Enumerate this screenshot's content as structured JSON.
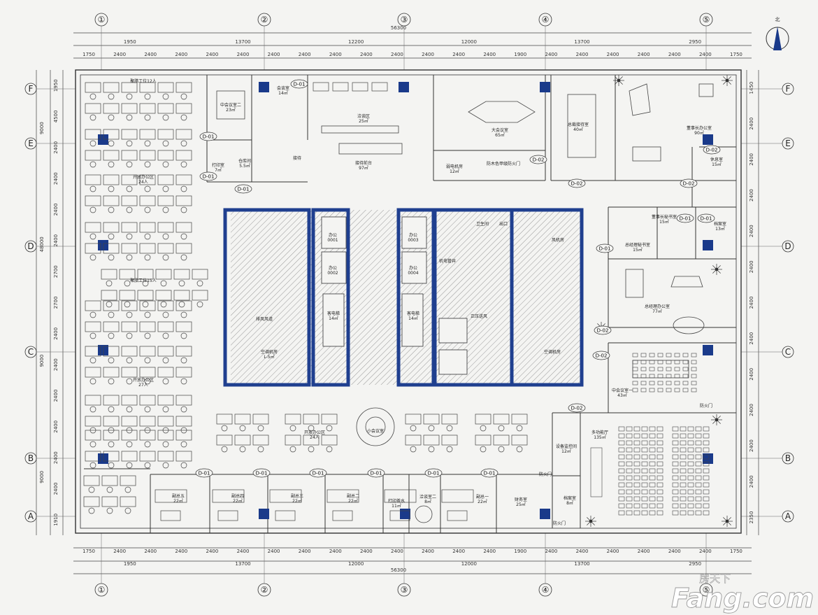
{
  "plan": {
    "north_label": "北",
    "overall_dim": "56300",
    "top_segments": [
      "1950",
      "13700",
      "12200",
      "12000",
      "13700",
      "2950"
    ],
    "top_bays": [
      "1750",
      "2400",
      "2400",
      "2400",
      "2400",
      "2400",
      "2400",
      "2400",
      "2400",
      "2400",
      "2400",
      "2400",
      "2400",
      "2400",
      "1900",
      "2400",
      "2400",
      "2400",
      "2400",
      "2400",
      "2400",
      "1750"
    ],
    "bottom_segments": [
      "1950",
      "13700",
      "12000",
      "12000",
      "13700",
      "2950"
    ],
    "bottom_bays": [
      "1750",
      "2400",
      "2400",
      "2400",
      "2400",
      "2400",
      "2400",
      "2400",
      "2400",
      "2400",
      "2400",
      "2400",
      "2400",
      "2400",
      "1900",
      "2400",
      "2400",
      "2400",
      "2400",
      "2400",
      "2400",
      "1750"
    ],
    "col_axes": [
      "①",
      "②",
      "③",
      "④",
      "⑤"
    ],
    "row_axes": [
      "F",
      "E",
      "D",
      "C",
      "B",
      "A"
    ],
    "left_spans": [
      "1950",
      "4500",
      "2400",
      "2400",
      "2400",
      "2400",
      "2700",
      "2700",
      "2400",
      "2400",
      "2400",
      "2400",
      "2400",
      "2400",
      "1910"
    ],
    "left_totals": [
      "9000",
      "48000",
      "9000",
      "9000"
    ],
    "right_spans": [
      "1450",
      "2400",
      "2400",
      "2400",
      "2400",
      "2400",
      "2400",
      "2400",
      "2400",
      "2400",
      "2400",
      "2400",
      "2350"
    ],
    "rooms": {
      "r_work12": "聚腊工位12人",
      "r_open24": "开放办公区\n24人",
      "r_work15": "聚腊工位15人",
      "r_open27": "开放办公区\n27人",
      "r_meet2": "中会议室二\n23㎡",
      "r_meet_small": "会谈室\n14㎡",
      "r_print": "打印室\n7㎡",
      "r_store": "仓库间\n5.5㎡",
      "r_recept": "接待",
      "r_lounge": "洽谈区\n25㎡",
      "r_lobby": "接待前台\n97㎡",
      "r_bigmeet": "大会议室\n65㎡",
      "r_weak": "弱电机房\n12㎡",
      "r_firedoor": "防木色甲级防火门",
      "r_ceo_recept": "总裁接待室\n40㎡",
      "r_ceo": "董事长办公室\n90㎡",
      "r_rest": "休息室\n15㎡",
      "r_sec": "董事长秘书室\n15㎡",
      "r_archive": "档案室\n13㎡",
      "r_gm_sec": "总经理秘书室\n15㎡",
      "r_gm": "总经理办公室\n77㎡",
      "r_meet1": "中会议室一\n43㎡",
      "r_fire1": "防火门",
      "r_equip": "设备监控间\n12㎡",
      "r_multi": "多功能厅\n135㎡",
      "r_small_meet": "小会议室",
      "r_open24b": "开放办公区\n24人",
      "r_mgr5": "副总五\n22㎡",
      "r_mgr4": "副总四\n22㎡",
      "r_mgr3": "副总三\n22㎡",
      "r_mgr2": "副总二\n22㎡",
      "r_water": "打印茶水\n11㎡",
      "r_talk2": "洽谈室二\n8㎡",
      "r_mgr1": "副总一\n22㎡",
      "r_finance": "财务室\n25㎡",
      "r_safe": "档案室\n8㎡",
      "r_fire2": "防火门",
      "r_fire3": "防火门",
      "r_elev1": "客电梯\n14㎡",
      "r_elev2": "客电梯\n14㎡",
      "r_office1": "办公\n0001",
      "r_office2": "办公\n0002",
      "r_office3": "办公\n0003",
      "r_office4": "办公\n0004",
      "r_aircon1": "空调机房\nL-5㎡",
      "r_aircon2": "空调机房",
      "r_shaft": "排风风道",
      "r_well": "正压送风",
      "r_toilet": "卫生间",
      "r_mech": "机电管井",
      "r_exit": "出口",
      "r_fan": "风机房"
    },
    "door_tags": [
      "D-01",
      "D-01",
      "D-01",
      "D-01",
      "D-02",
      "D-02",
      "D-02",
      "D-02",
      "D-01",
      "D-01",
      "D-01",
      "D-02",
      "D-02",
      "D-02",
      "D-01",
      "D-01",
      "D-01",
      "D-01",
      "D-01",
      "D-01"
    ]
  },
  "watermark": {
    "line1": "房天下",
    "line2": "Fang.com"
  },
  "colors": {
    "wall": "#1f3f8f",
    "column": "#1a3a8a",
    "line": "#333333",
    "paper": "#f4f4f2"
  }
}
